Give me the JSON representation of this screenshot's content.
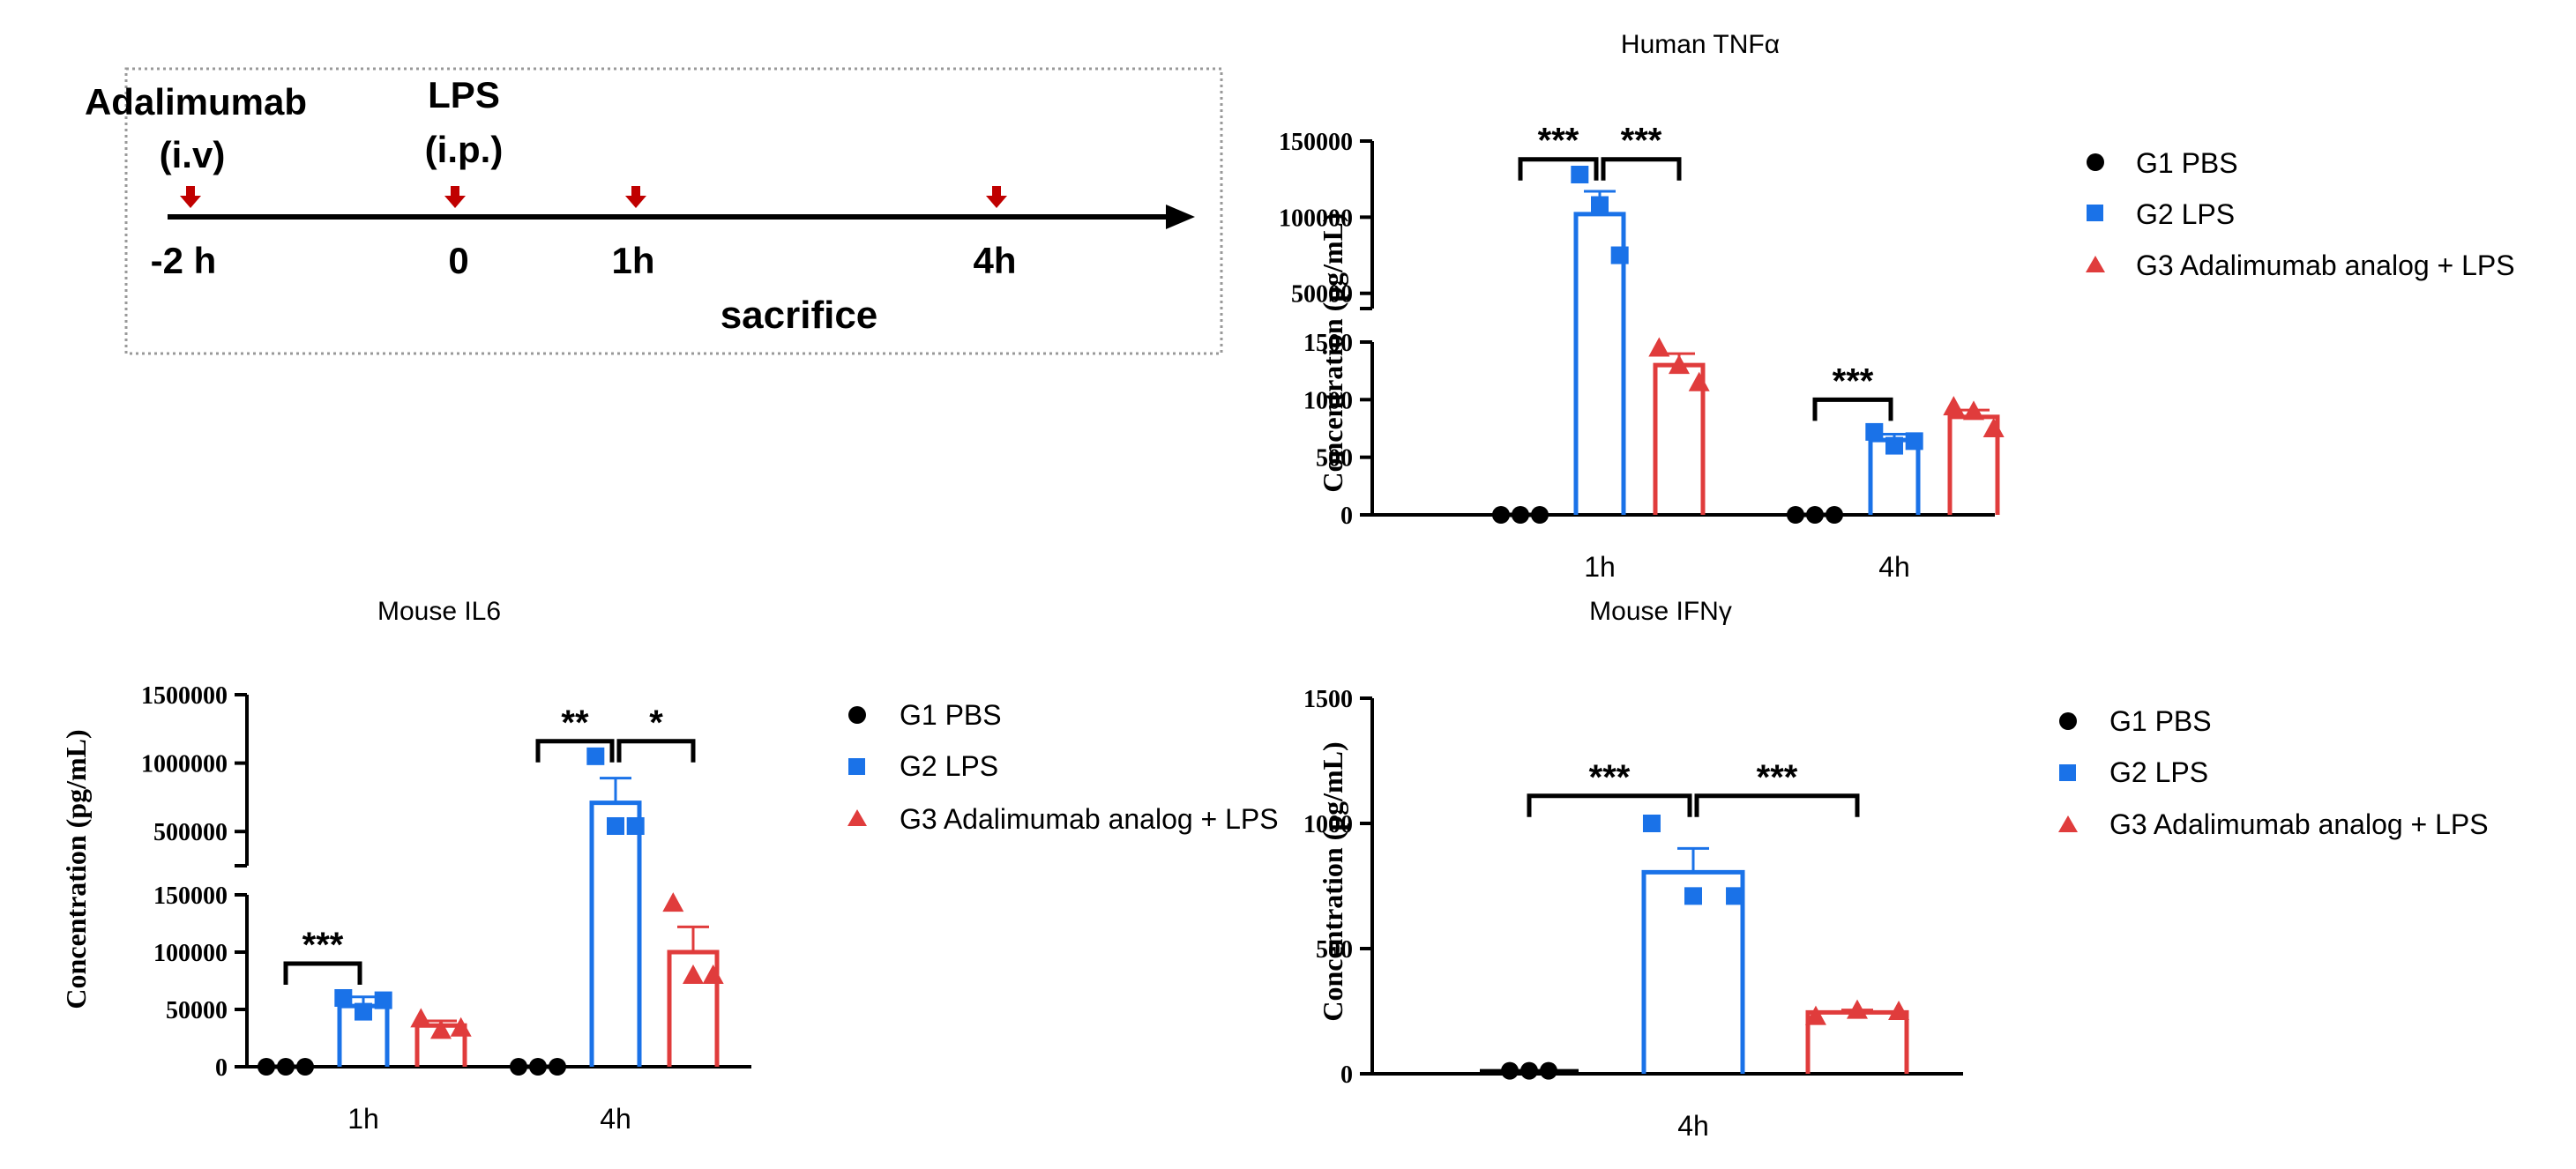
{
  "colors": {
    "g1": "#000000",
    "g2": "#1a72e8",
    "g3": "#e03c3c",
    "arrow": "#c00000",
    "axis": "#000000",
    "frame": "#999999"
  },
  "timeline": {
    "drug_label": "Adalimumab",
    "drug_route": "(i.v)",
    "lps_label": "LPS",
    "lps_route": "(i.p.)",
    "tick_minus2h": "-2 h",
    "tick_0": "0",
    "tick_1h": "1h",
    "tick_4h": "4h",
    "sacrifice_label": "sacrifice",
    "arrow_icon": "down-arrow-icon"
  },
  "legend": {
    "items": [
      {
        "label": "G1 PBS",
        "marker": "circle",
        "color": "#000000"
      },
      {
        "label": "G2 LPS",
        "marker": "square",
        "color": "#1a72e8"
      },
      {
        "label": "G3 Adalimumab analog + LPS",
        "marker": "triangle",
        "color": "#e03c3c"
      }
    ]
  },
  "chart_data": [
    {
      "id": "tnf",
      "type": "bar",
      "title": "Human TNFα",
      "ylabel": "Concentration (pg/mL)",
      "xlabel": "",
      "categories": [
        "1h",
        "4h"
      ],
      "y_axis_break": {
        "lower": [
          0,
          1500
        ],
        "upper": [
          40000,
          150000
        ]
      },
      "lower_ticks": [
        {
          "v": 0,
          "t": "0"
        },
        {
          "v": 500,
          "t": "500"
        },
        {
          "v": 1000,
          "t": "1000"
        },
        {
          "v": 1500,
          "t": "1500"
        }
      ],
      "upper_ticks": [
        {
          "v": 50000,
          "t": "50000"
        },
        {
          "v": 100000,
          "t": "100000"
        },
        {
          "v": 150000,
          "t": "150000"
        }
      ],
      "series": [
        {
          "name": "G1 PBS",
          "marker": "circle",
          "values": [
            0,
            0
          ],
          "errors": [
            0,
            0
          ],
          "points": [
            [
              0,
              0,
              0
            ],
            [
              0,
              0,
              0
            ]
          ]
        },
        {
          "name": "G2 LPS",
          "marker": "square",
          "values": [
            102000,
            650
          ],
          "errors": [
            15000,
            50
          ],
          "points": [
            [
              128000,
              108000,
              75000
            ],
            [
              720.0,
              600,
              640
            ]
          ]
        },
        {
          "name": "G3 Adalimumab analog + LPS",
          "marker": "triangle",
          "values": [
            1300,
            850
          ],
          "errors": [
            100,
            60
          ],
          "points": [
            [
              1450,
              1300,
              1150
            ],
            [
              940,
              900,
              750
            ]
          ]
        }
      ],
      "significance": [
        {
          "label": "***",
          "category": 0,
          "from": 0,
          "to": 1,
          "level": 138000
        },
        {
          "label": "***",
          "category": 0,
          "from": 1,
          "to": 2,
          "level": 138000
        },
        {
          "label": "***",
          "category": 1,
          "from": 0,
          "to": 1,
          "level": 1000
        }
      ]
    },
    {
      "id": "il6",
      "type": "bar",
      "title": "Mouse IL6",
      "ylabel": "Concentration (pg/mL)",
      "xlabel": "",
      "categories": [
        "1h",
        "4h"
      ],
      "y_axis_break": {
        "lower": [
          0,
          150000
        ],
        "upper": [
          250000,
          1500000
        ]
      },
      "lower_ticks": [
        {
          "v": 0,
          "t": "0"
        },
        {
          "v": 50000,
          "t": "50000"
        },
        {
          "v": 100000,
          "t": "100000"
        },
        {
          "v": 150000,
          "t": "150000"
        }
      ],
      "upper_ticks": [
        {
          "v": 500000,
          "t": "500000"
        },
        {
          "v": 1000000,
          "t": "1000000"
        },
        {
          "v": 1500000,
          "t": "1500000"
        }
      ],
      "series": [
        {
          "name": "G1 PBS",
          "marker": "circle",
          "values": [
            0,
            0
          ],
          "errors": [
            0,
            0
          ],
          "points": [
            [
              0,
              0,
              0
            ],
            [
              0,
              0,
              0
            ]
          ]
        },
        {
          "name": "G2 LPS",
          "marker": "square",
          "values": [
            53000,
            710000
          ],
          "errors": [
            8000,
            180000
          ],
          "points": [
            [
              60000,
              48000,
              58000
            ],
            [
              1050000,
              540000,
              540000
            ]
          ]
        },
        {
          "name": "G3 Adalimumab analog + LPS",
          "marker": "triangle",
          "values": [
            36000,
            100000
          ],
          "errors": [
            4000,
            22000
          ],
          "points": [
            [
              42000,
              32000,
              34000
            ],
            [
              143000,
              80000,
              80000
            ]
          ]
        }
      ],
      "significance": [
        {
          "label": "***",
          "category": 0,
          "from": 0,
          "to": 1,
          "level": 90000
        },
        {
          "label": "**",
          "category": 1,
          "from": 0,
          "to": 1,
          "level": 1160000
        },
        {
          "label": "*",
          "category": 1,
          "from": 1,
          "to": 2,
          "level": 1160000
        }
      ]
    },
    {
      "id": "ifn",
      "type": "bar",
      "title": "Mouse IFNγ",
      "ylabel": "Concentration (pg/mL)",
      "xlabel": "",
      "categories": [
        "4h"
      ],
      "ylim": [
        0,
        1500
      ],
      "lower_ticks": [
        {
          "v": 0,
          "t": "0"
        },
        {
          "v": 500,
          "t": "500"
        },
        {
          "v": 1000,
          "t": "1000"
        },
        {
          "v": 1500,
          "t": "1500"
        }
      ],
      "series": [
        {
          "name": "G1 PBS",
          "marker": "circle",
          "values": [
            10
          ],
          "errors": [
            5
          ],
          "points": [
            [
              12,
              12,
              12
            ]
          ]
        },
        {
          "name": "G2 LPS",
          "marker": "square",
          "values": [
            805
          ],
          "errors": [
            95
          ],
          "points": [
            [
              1000,
              710,
              710
            ]
          ]
        },
        {
          "name": "G3 Adalimumab analog + LPS",
          "marker": "triangle",
          "values": [
            245
          ],
          "errors": [
            10
          ],
          "points": [
            [
              230,
              255,
              250
            ]
          ]
        }
      ],
      "significance": [
        {
          "label": "***",
          "category": 0,
          "from": 0,
          "to": 1,
          "level": 1110
        },
        {
          "label": "***",
          "category": 0,
          "from": 1,
          "to": 2,
          "level": 1110
        }
      ]
    }
  ]
}
